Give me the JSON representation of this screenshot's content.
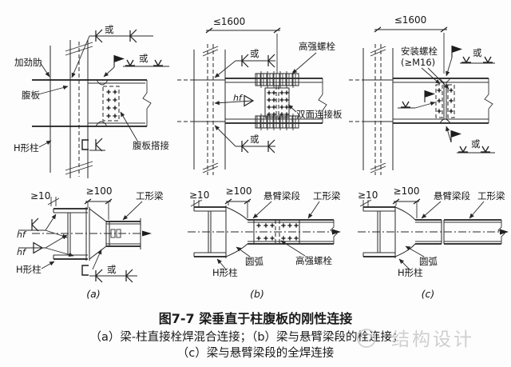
{
  "figure": {
    "caption": {
      "title": "图7-7 梁垂直于柱腹板的刚性连接",
      "line_ab": "（a）梁-柱直接栓焊混合连接；（b）梁与悬臂梁段的栓连接；",
      "line_c": "（c）梁与悬臂梁段的全焊连接"
    },
    "watermark": {
      "text": "结构设计"
    }
  },
  "shared": {
    "or": "或",
    "hf": "hf",
    "h_column": "H形柱",
    "i_beam": "工形梁",
    "cantilever_segment": "悬臂梁段",
    "arc": "圆弧",
    "hs_bolt": "高强螺栓",
    "dim_1600": "≤1600",
    "dim_10": "≥10",
    "dim_100": "≥100"
  },
  "top_a": {
    "stiffener": "加劲肋",
    "web": "腹板",
    "web_lap": "腹板搭接"
  },
  "top_b": {
    "double_plate": "双面连接板"
  },
  "top_c": {
    "install_bolt": "安装螺栓",
    "bolt_size": "(≥M16)"
  },
  "tags": {
    "a": "(a)",
    "b": "(b)",
    "c": "(c)"
  }
}
